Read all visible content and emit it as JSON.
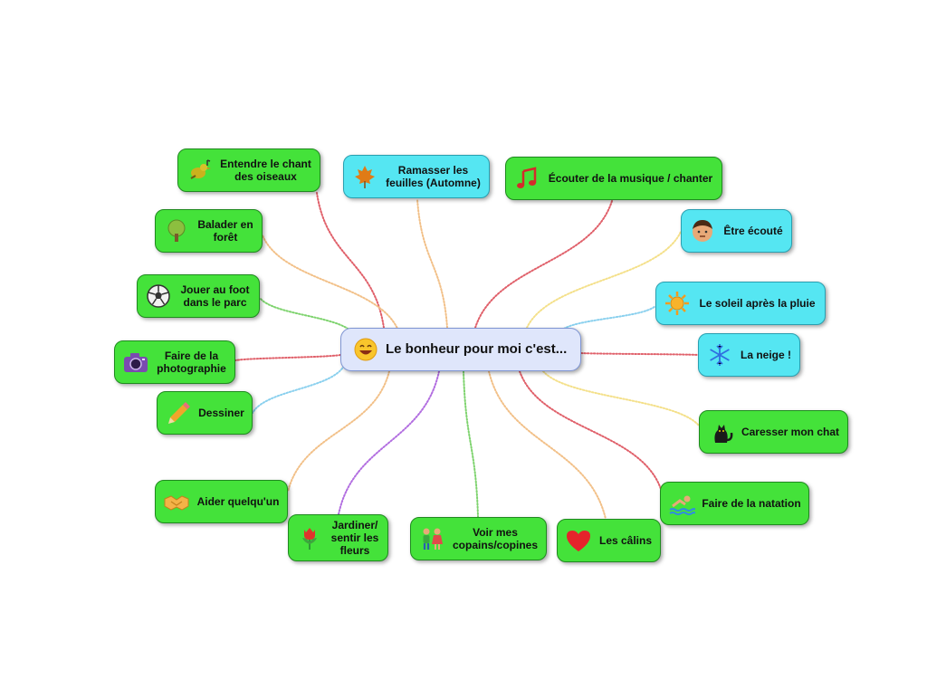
{
  "central": {
    "label": "Le bonheur pour moi c'est...",
    "icon": "grinning-face-icon"
  },
  "nodes": [
    {
      "id": "birds",
      "label": "Entendre le chant des oiseaux",
      "icon": "bird-icon"
    },
    {
      "id": "leaves",
      "label": "Ramasser les feuilles (Automne)",
      "icon": "maple-leaf-icon"
    },
    {
      "id": "music",
      "label": "Écouter de la musique / chanter",
      "icon": "music-note-icon"
    },
    {
      "id": "forest",
      "label": "Balader en forêt",
      "icon": "tree-icon"
    },
    {
      "id": "listened",
      "label": "Être écouté",
      "icon": "face-icon"
    },
    {
      "id": "foot",
      "label": "Jouer au foot dans le parc",
      "icon": "soccer-ball-icon"
    },
    {
      "id": "sun",
      "label": "Le soleil après la pluie",
      "icon": "sun-icon"
    },
    {
      "id": "photo",
      "label": "Faire de la photographie",
      "icon": "camera-icon"
    },
    {
      "id": "snow",
      "label": "La neige !",
      "icon": "snowflake-icon"
    },
    {
      "id": "draw",
      "label": "Dessiner",
      "icon": "pencil-icon"
    },
    {
      "id": "cat",
      "label": "Caresser mon chat",
      "icon": "cat-icon"
    },
    {
      "id": "help",
      "label": "Aider quelqu'un",
      "icon": "handshake-icon"
    },
    {
      "id": "swim",
      "label": "Faire de la natation",
      "icon": "swimmer-icon"
    },
    {
      "id": "garden",
      "label": "Jardiner/ sentir les fleurs",
      "icon": "tulip-icon"
    },
    {
      "id": "friends",
      "label": "Voir mes copains/copines",
      "icon": "friends-icon"
    },
    {
      "id": "hugs",
      "label": "Les câlins",
      "icon": "heart-icon"
    }
  ],
  "colors": {
    "node_green": "#44e23a",
    "node_cyan": "#55e6f2",
    "central_bg": "#dfe6fb"
  }
}
